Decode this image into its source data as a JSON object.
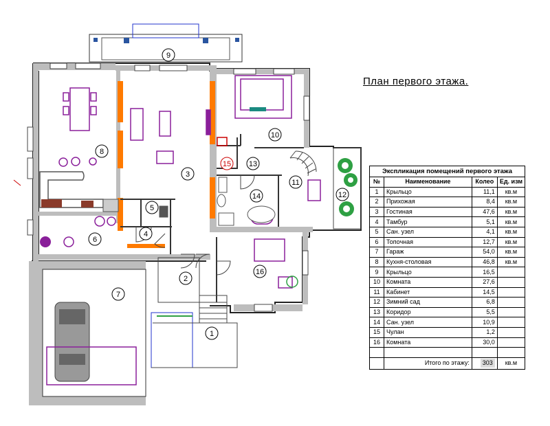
{
  "title": "План  первого  этажа.",
  "legend": {
    "caption": "Экспликация помещений первого этажа",
    "headers": [
      "№",
      "Наименование",
      "Колео",
      "Ед. изм"
    ],
    "rows": [
      {
        "n": "1",
        "name": "Крыльцо",
        "area": "11,1",
        "unit": "кв.м"
      },
      {
        "n": "2",
        "name": "Прихожая",
        "area": "8,4",
        "unit": "кв.м"
      },
      {
        "n": "3",
        "name": "Гостиная",
        "area": "47,6",
        "unit": "кв.м"
      },
      {
        "n": "4",
        "name": "Тамбур",
        "area": "5,1",
        "unit": "кв.м"
      },
      {
        "n": "5",
        "name": "Сан. узел",
        "area": "4,1",
        "unit": "кв.м"
      },
      {
        "n": "6",
        "name": "Топочная",
        "area": "12,7",
        "unit": "кв.м"
      },
      {
        "n": "7",
        "name": "Гараж",
        "area": "54,0",
        "unit": "кв.м"
      },
      {
        "n": "8",
        "name": "Кухня-столовая",
        "area": "46,8",
        "unit": "кв.м"
      },
      {
        "n": "9",
        "name": "Крыльцо",
        "area": "16,5",
        "unit": ""
      },
      {
        "n": "10",
        "name": "Комната",
        "area": "27,6",
        "unit": ""
      },
      {
        "n": "11",
        "name": "Кабинет",
        "area": "14,5",
        "unit": ""
      },
      {
        "n": "12",
        "name": "Зимний сад",
        "area": "6,8",
        "unit": ""
      },
      {
        "n": "13",
        "name": "Коридор",
        "area": "5,5",
        "unit": ""
      },
      {
        "n": "14",
        "name": "Сан. узел",
        "area": "10,9",
        "unit": ""
      },
      {
        "n": "15",
        "name": "Чулан",
        "area": "1,2",
        "unit": ""
      },
      {
        "n": "16",
        "name": "Комната",
        "area": "30,0",
        "unit": ""
      }
    ],
    "total": {
      "label": "Итого по этажу:",
      "area": "303",
      "unit": "кв.м"
    }
  },
  "room_numbers": [
    "1",
    "2",
    "3",
    "4",
    "5",
    "6",
    "7",
    "8",
    "9",
    "10",
    "11",
    "12",
    "13",
    "14",
    "15",
    "16"
  ]
}
